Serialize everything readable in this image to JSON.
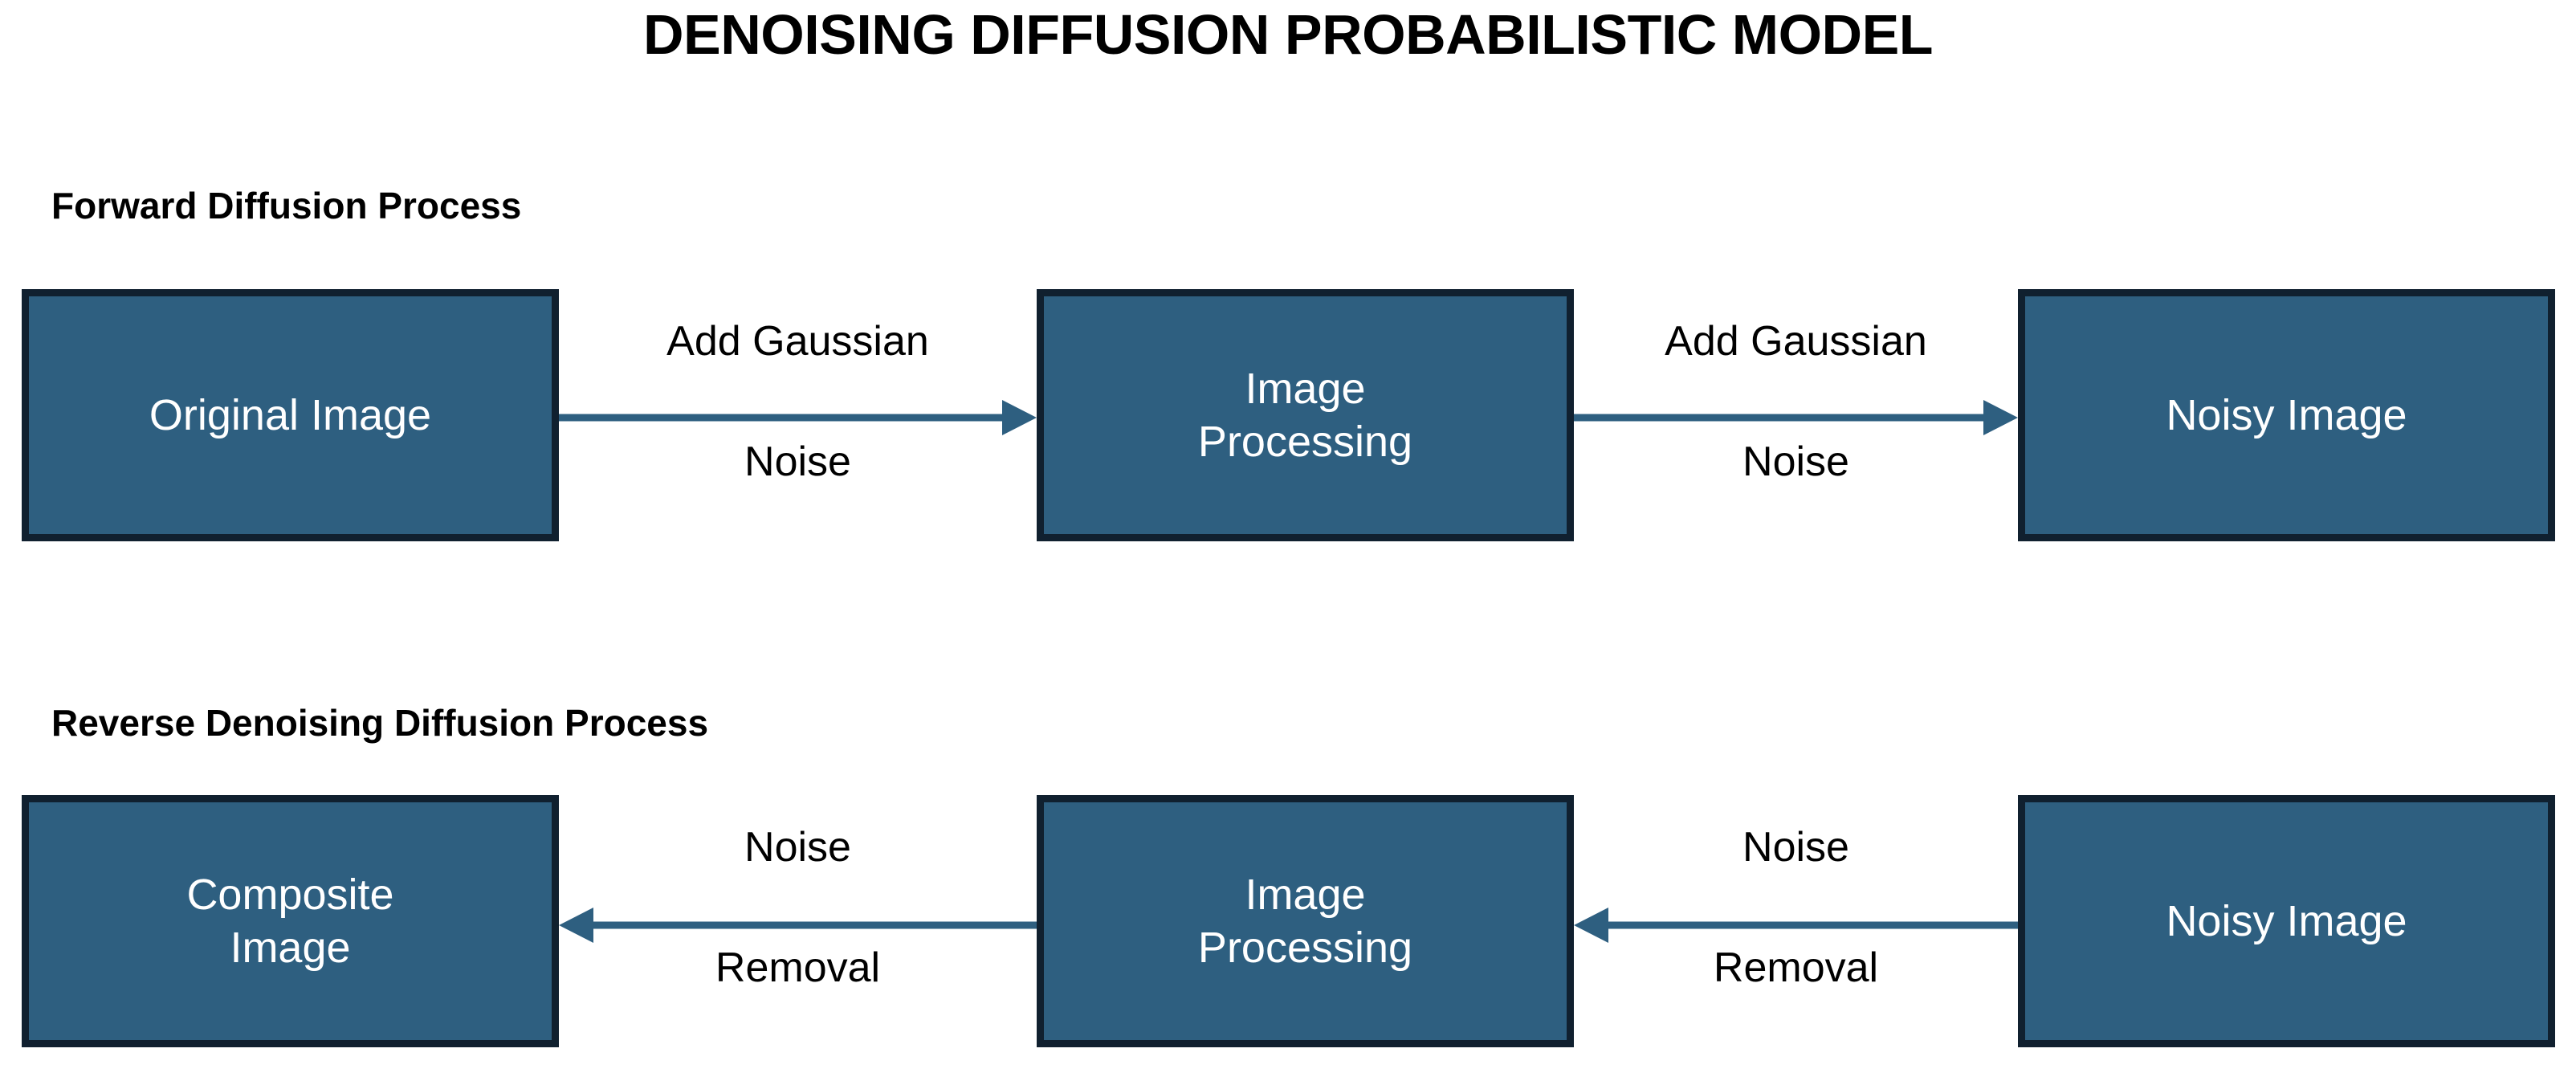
{
  "title": "DENOISING DIFFUSION PROBABILISTIC MODEL",
  "colors": {
    "node_fill": "#2E5F80",
    "node_border": "#10202F",
    "node_text": "#FFFFFF",
    "arrow": "#2E5F80",
    "text": "#000000",
    "background": "#FFFFFF"
  },
  "sections": {
    "forward": {
      "heading": "Forward Diffusion Process",
      "direction": "left-to-right",
      "nodes": [
        {
          "label_line1": "Original Image",
          "label_line2": ""
        },
        {
          "label_line1": "Image",
          "label_line2": "Processing"
        },
        {
          "label_line1": "Noisy Image",
          "label_line2": ""
        }
      ],
      "connectors": [
        {
          "label_line1": "Add Gaussian",
          "label_line2": "Noise",
          "arrow": "arrow-right-icon"
        },
        {
          "label_line1": "Add Gaussian",
          "label_line2": "Noise",
          "arrow": "arrow-right-icon"
        }
      ]
    },
    "reverse": {
      "heading": "Reverse Denoising Diffusion Process",
      "direction": "right-to-left",
      "nodes": [
        {
          "label_line1": "Composite",
          "label_line2": "Image"
        },
        {
          "label_line1": "Image",
          "label_line2": "Processing"
        },
        {
          "label_line1": "Noisy Image",
          "label_line2": ""
        }
      ],
      "connectors": [
        {
          "label_line1": "Noise",
          "label_line2": "Removal",
          "arrow": "arrow-left-icon"
        },
        {
          "label_line1": "Noise",
          "label_line2": "Removal",
          "arrow": "arrow-left-icon"
        }
      ]
    }
  }
}
